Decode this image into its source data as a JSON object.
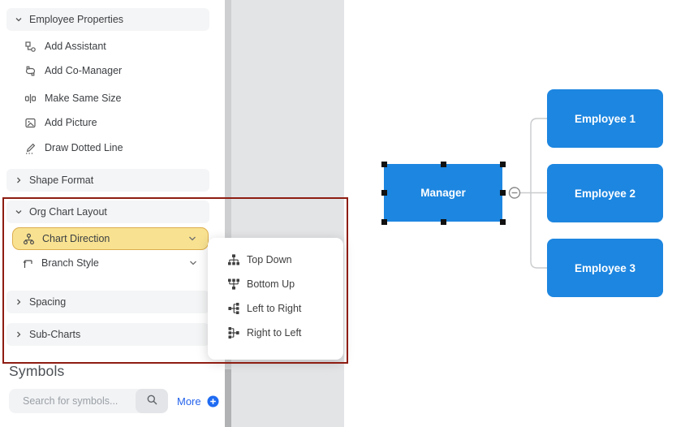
{
  "sidebar": {
    "panels": [
      {
        "label": "Employee Properties",
        "state": "expanded"
      },
      {
        "label": "Shape Format",
        "state": "collapsed"
      },
      {
        "label": "Org Chart Layout",
        "state": "expanded"
      },
      {
        "label": "Spacing",
        "state": "collapsed"
      },
      {
        "label": "Sub-Charts",
        "state": "collapsed"
      }
    ],
    "employee_tools": [
      {
        "label": "Add Assistant",
        "icon": "add-assistant-icon"
      },
      {
        "label": "Add Co-Manager",
        "icon": "add-co-manager-icon"
      },
      {
        "label": "Make Same Size",
        "icon": "make-same-size-icon"
      },
      {
        "label": "Add Picture",
        "icon": "add-picture-icon"
      },
      {
        "label": "Draw Dotted Line",
        "icon": "draw-dotted-line-icon"
      }
    ],
    "org_layout_tools": [
      {
        "label": "Chart Direction",
        "icon": "chart-direction-icon",
        "highlighted": true,
        "has_dropdown": true
      },
      {
        "label": "Branch Style",
        "icon": "branch-style-icon",
        "highlighted": false,
        "has_dropdown": true
      }
    ],
    "symbols": {
      "heading": "Symbols",
      "search_placeholder": "Search for symbols...",
      "search_value": "",
      "more_label": "More"
    }
  },
  "direction_menu": {
    "items": [
      {
        "label": "Top Down",
        "icon": "top-down-icon"
      },
      {
        "label": "Bottom Up",
        "icon": "bottom-up-icon"
      },
      {
        "label": "Left to Right",
        "icon": "left-to-right-icon"
      },
      {
        "label": "Right to Left",
        "icon": "right-to-left-icon"
      }
    ]
  },
  "canvas": {
    "nodes": [
      {
        "label": "Manager",
        "selected": true
      },
      {
        "label": "Employee 1",
        "selected": false
      },
      {
        "label": "Employee 2",
        "selected": false
      },
      {
        "label": "Employee 3",
        "selected": false
      }
    ]
  },
  "colors": {
    "node_fill": "#1d86e0",
    "highlight_fill": "#f8e291",
    "highlight_border": "#ddad4e",
    "annotation": "#8e1d12",
    "accent_blue": "#2563eb"
  }
}
